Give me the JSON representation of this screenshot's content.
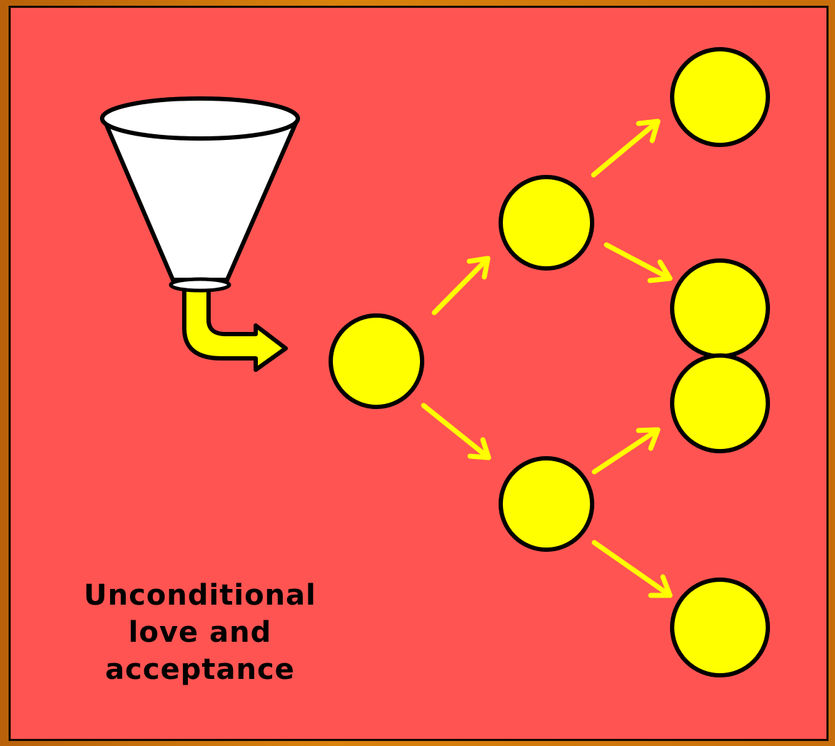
{
  "caption": {
    "lines": [
      "Unconditional",
      "love and",
      "acceptance"
    ]
  },
  "colors": {
    "background": "#ff5452",
    "node_fill": "#ffff00",
    "node_stroke": "#000000",
    "arrow": "#ffff00",
    "funnel_fill": "#ffffff",
    "frame": "#1a0a00"
  },
  "diagram": {
    "funnel_icon": "funnel-icon",
    "structure": "binary-tree",
    "levels": [
      1,
      2,
      4
    ]
  }
}
